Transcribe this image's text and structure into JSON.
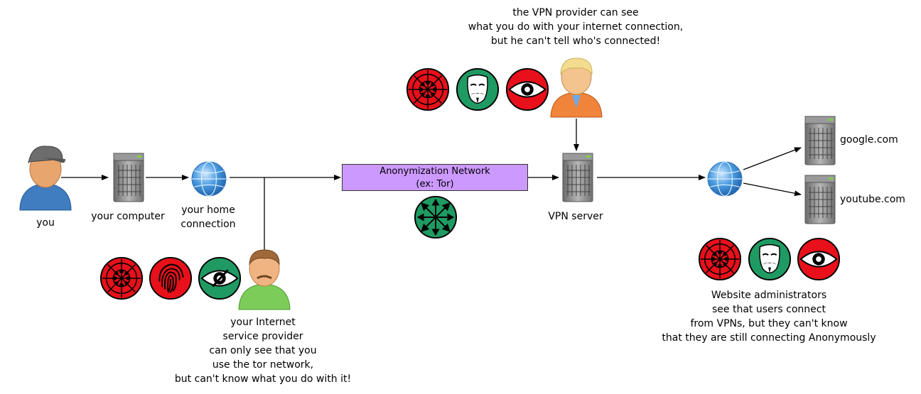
{
  "nodes": {
    "you": "you",
    "your_computer": "your computer",
    "home_connection": [
      "your home",
      "connection"
    ],
    "anonymization_network": [
      "Anonymization Network",
      "(ex: Tor)"
    ],
    "vpn_server": "VPN server",
    "google": "google.com",
    "youtube": "youtube.com"
  },
  "notes": {
    "vpn_provider": [
      "the VPN provider can see",
      "what you do with your internet connection,",
      "but he can't tell who's connected!"
    ],
    "isp": [
      "your Internet",
      "service provider",
      "can only see that you",
      "use the tor network,",
      "but can't know what you do with it!"
    ],
    "website_admins": [
      "Website administrators",
      "see that users connect",
      "from VPNs, but they can't know",
      "that they are still connecting Anonymously"
    ]
  },
  "icons": {
    "vpn_provider_row": [
      "tracking-red-icon",
      "anonymous-mask-green-icon",
      "eye-red-icon",
      "vpn-provider-person-icon"
    ],
    "isp_row": [
      "tracking-red-icon",
      "fingerprint-red-icon",
      "eye-blocked-green-icon",
      "isp-person-icon"
    ],
    "network_badge": "network-arrows-green-icon",
    "admin_row": [
      "tracking-red-icon",
      "anonymous-mask-green-icon",
      "eye-red-icon"
    ]
  },
  "colors": {
    "threat": "#e8101a",
    "safe": "#1f9a63",
    "network_box": "#cc99ff"
  }
}
